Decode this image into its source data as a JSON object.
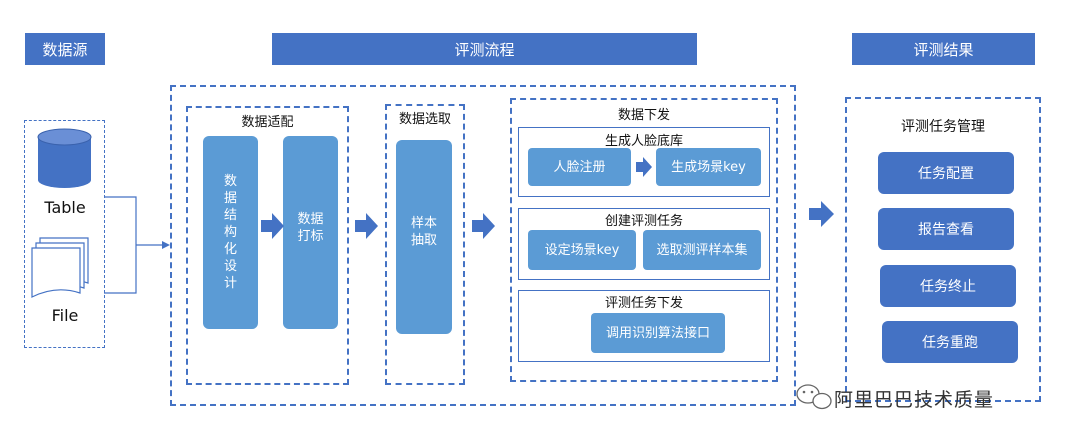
{
  "headers": {
    "source": "数据源",
    "flow": "评测流程",
    "result": "评测结果"
  },
  "source": {
    "table_label": "Table",
    "file_label": "File"
  },
  "adapt": {
    "title": "数据适配",
    "step1": "数据结构化设计",
    "step2": "数据打标"
  },
  "select": {
    "title": "数据选取",
    "step1": "样本抽取"
  },
  "dispatch": {
    "title": "数据下发",
    "group1": {
      "title": "生成人脸底库",
      "item1": "人脸注册",
      "item2": "生成场景key"
    },
    "group2": {
      "title": "创建评测任务",
      "item1": "设定场景key",
      "item2": "选取测评样本集"
    },
    "group3": {
      "title": "评测任务下发",
      "item1": "调用识别算法接口"
    }
  },
  "result": {
    "title": "评测任务管理",
    "items": [
      "任务配置",
      "报告查看",
      "任务终止",
      "任务重跑"
    ]
  },
  "watermark": "阿里巴巴技术质量",
  "colors": {
    "header": "#4472c4",
    "pill": "#5b9bd5",
    "result_button": "#4472c4",
    "dash": "#4472c4"
  }
}
